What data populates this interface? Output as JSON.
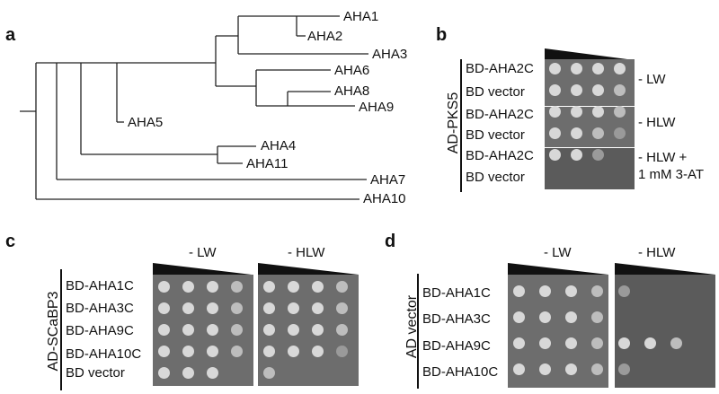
{
  "panels": {
    "a": "a",
    "b": "b",
    "c": "c",
    "d": "d"
  },
  "tree_leaves": [
    "AHA1",
    "AHA2",
    "AHA3",
    "AHA6",
    "AHA8",
    "AHA9",
    "AHA5",
    "AHA4",
    "AHA11",
    "AHA7",
    "AHA10"
  ],
  "panel_b": {
    "ad_label": "AD-PKS5",
    "rows": [
      "BD-AHA2C",
      "BD vector",
      "BD-AHA2C",
      "BD vector",
      "BD-AHA2C",
      "BD vector"
    ],
    "conditions": [
      "- LW",
      "- HLW",
      "- HLW +",
      "1 mM 3-AT"
    ]
  },
  "panel_c": {
    "ad_label": "AD-SCaBP3",
    "rows": [
      "BD-AHA1C",
      "BD-AHA3C",
      "BD-AHA9C",
      "BD-AHA10C",
      "BD vector"
    ],
    "headers": [
      "- LW",
      "- HLW"
    ]
  },
  "panel_d": {
    "ad_label": "AD vector",
    "rows": [
      "BD-AHA1C",
      "BD-AHA3C",
      "BD-AHA9C",
      "BD-AHA10C"
    ],
    "headers": [
      "- LW",
      "- HLW"
    ]
  }
}
